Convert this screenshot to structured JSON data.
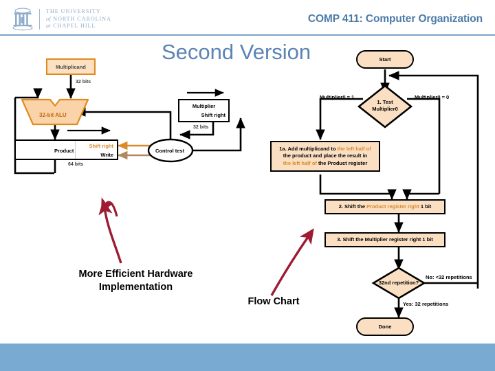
{
  "header": {
    "university_line1": "THE UNIVERSITY",
    "university_line2_pre": "of",
    "university_line2": "NORTH CAROLINA",
    "university_line3_pre": "at",
    "university_line3": "CHAPEL HILL",
    "course_title": "COMP 411: Computer Organization",
    "logo_icon": "old-well-columns-icon"
  },
  "slide": {
    "title": "Second Version"
  },
  "hardware": {
    "multiplicand_box": "Multiplicand",
    "multiplicand_bits": "32 bits",
    "alu_label": "32-bit ALU",
    "product_label": "Product",
    "product_bits": "64 bits",
    "product_shift_right": "Shift right",
    "product_write": "Write",
    "multiplier_label": "Multiplier",
    "multiplier_shift_right": "Shift right",
    "multiplier_bits": "32 bits",
    "control_test": "Control test"
  },
  "flowchart": {
    "start": "Start",
    "test_line1": "1. Test",
    "test_line2": "Multiplier0",
    "edge_left": "Multiplier0 = 1",
    "edge_right": "Multiplier0 = 0",
    "step1a_part1": "1a. Add multiplicand to ",
    "step1a_part2": "the left half of",
    "step1a_part3": "the product and place the result in",
    "step1a_part4": "the left half of ",
    "step1a_part5": "the Product register",
    "step2_part1": "2. Shift the ",
    "step2_part2": "Product register right",
    "step2_part3": " 1 bit",
    "step3": "3. Shift the Multiplier register right 1 bit",
    "decision": "32nd repetition?",
    "edge_no": "No: <32 repetitions",
    "edge_yes": "Yes: 32 repetitions",
    "done": "Done"
  },
  "annotations": {
    "hardware_note_line1": "More Efficient Hardware",
    "hardware_note_line2": "Implementation",
    "flowchart_note": "Flow Chart"
  },
  "colors": {
    "accent_blue": "#5b83b3",
    "header_blue": "#4d7ba8",
    "rule_blue": "#7ba3c9",
    "footer_blue": "#78aad2",
    "box_fill": "#fbdfc2",
    "orange_border": "#e08a20",
    "orange_text": "#d98a2b",
    "arrow_red": "#9e1b32"
  }
}
